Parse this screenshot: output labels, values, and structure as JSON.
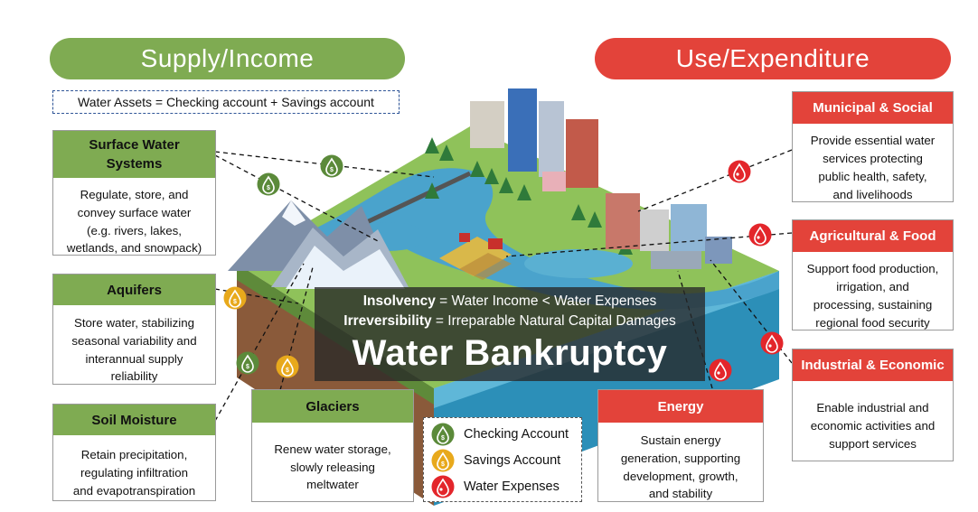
{
  "headers": {
    "supply": "Supply/Income",
    "use": "Use/Expenditure"
  },
  "assets_equation": "Water Assets = Checking account  + Savings account",
  "supply_cards": [
    {
      "title": "Surface Water\nSystems",
      "body": "Regulate, store, and\nconvey surface water\n(e.g. rivers, lakes,\nwetlands, and snowpack)"
    },
    {
      "title": "Aquifers",
      "body": "Store water, stabilizing\nseasonal variability and\ninterannual supply\nreliability"
    },
    {
      "title": "Soil Moisture",
      "body": "Retain precipitation,\nregulating infiltration\nand evapotranspiration"
    },
    {
      "title": "Glaciers",
      "body": "Renew water storage,\nslowly releasing\nmeltwater"
    }
  ],
  "use_cards": [
    {
      "title": "Municipal & Social",
      "body": "Provide essential water\nservices protecting\npublic health, safety,\nand livelihoods"
    },
    {
      "title": "Agricultural & Food",
      "body": "Support food production,\nirrigation, and\nprocessing, sustaining\nregional food security"
    },
    {
      "title": "Industrial & Economic",
      "body": "Enable industrial and\neconomic activities and\nsupport services"
    },
    {
      "title": "Energy",
      "body": "Sustain energy\ngeneration, supporting\ndevelopment, growth,\nand stability"
    }
  ],
  "banner": {
    "insolvency_term": "Insolvency",
    "insolvency_def": " = Water Income < Water Expenses",
    "irreversibility_term": "Irreversibility",
    "irreversibility_def": " = Irreparable Natural Capital Damages",
    "title": "Water Bankruptcy"
  },
  "legend": [
    {
      "label": "Checking Account",
      "icon": "green-drop-coin-icon",
      "color": "#5b8a3a"
    },
    {
      "label": "Savings Account",
      "icon": "gold-drop-coin-icon",
      "color": "#e8a91c"
    },
    {
      "label": "Water Expenses",
      "icon": "red-drop-icon",
      "color": "#e3262b"
    }
  ],
  "colors": {
    "supply_green": "#7fab52",
    "use_red": "#e3433a",
    "checking_green": "#5b8a3a",
    "savings_gold": "#e8a91c",
    "expense_red": "#e3262b"
  }
}
